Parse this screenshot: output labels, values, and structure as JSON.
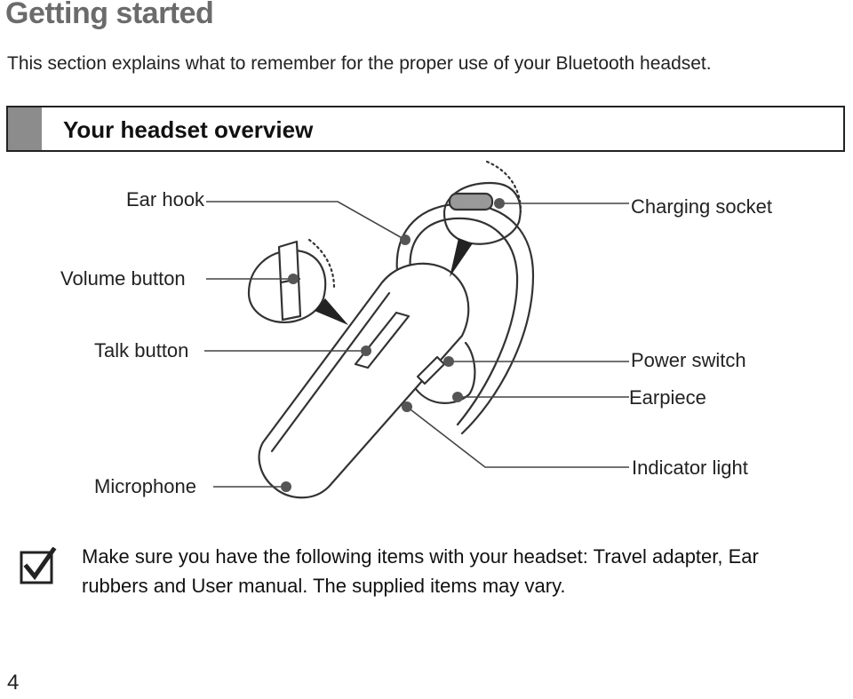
{
  "page": {
    "title": "Getting started",
    "intro": "This section explains what to remember for the proper use of your Bluetooth headset.",
    "number": "4"
  },
  "section": {
    "heading": "Your headset overview",
    "swatch_color": "#8c8c8c"
  },
  "diagram": {
    "labels": {
      "ear_hook": "Ear hook",
      "volume_button": "Volume button",
      "talk_button": "Talk button",
      "microphone": "Microphone",
      "charging_socket": "Charging socket",
      "power_switch": "Power switch",
      "earpiece": "Earpiece",
      "indicator_light": "Indicator light"
    }
  },
  "note": {
    "icon": "checkbox-check-icon",
    "text": "Make sure you have the following items with your headset: Travel adapter, Ear rubbers and User manual. The supplied items may vary."
  }
}
